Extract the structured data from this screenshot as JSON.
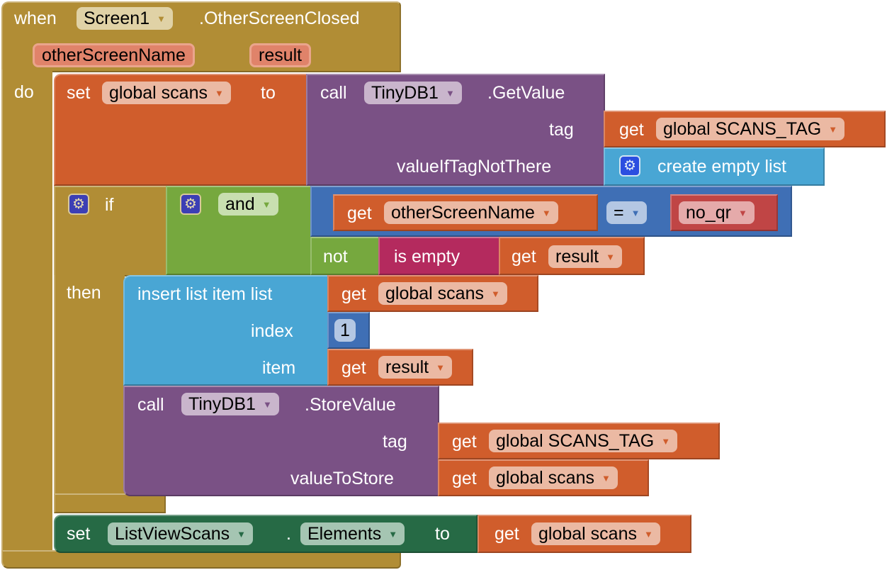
{
  "event": {
    "when": "when",
    "component": "Screen1",
    "event_name": ".OtherScreenClosed",
    "params": [
      "otherScreenName",
      "result"
    ],
    "do": "do"
  },
  "set_scans": {
    "set": "set",
    "var": "global scans",
    "to": "to",
    "call": "call",
    "component": "TinyDB1",
    "method": ".GetValue",
    "tag_label": "tag",
    "tag_get": "get",
    "tag_var": "global SCANS_TAG",
    "default_label": "valueIfTagNotThere",
    "default_value": "create empty list"
  },
  "if_block": {
    "if": "if",
    "then": "then",
    "and": "and",
    "cmp_get": "get",
    "cmp_var": "otherScreenName",
    "cmp_op": "=",
    "cmp_value": "no_qr",
    "not": "not",
    "is_empty": "is empty",
    "empty_get": "get",
    "empty_var": "result"
  },
  "insert": {
    "label": "insert list item  list",
    "list_get": "get",
    "list_var": "global scans",
    "index_label": "index",
    "index_value": "1",
    "item_label": "item",
    "item_get": "get",
    "item_var": "result"
  },
  "store": {
    "call": "call",
    "component": "TinyDB1",
    "method": ".StoreValue",
    "tag_label": "tag",
    "tag_get": "get",
    "tag_var": "global SCANS_TAG",
    "value_label": "valueToStore",
    "value_get": "get",
    "value_var": "global scans"
  },
  "set_list": {
    "set": "set",
    "component": "ListViewScans",
    "dot": ".",
    "property": "Elements",
    "to": "to",
    "get": "get",
    "var": "global scans"
  },
  "dropdown_arrow": "▼",
  "gear_glyph": "⚙"
}
